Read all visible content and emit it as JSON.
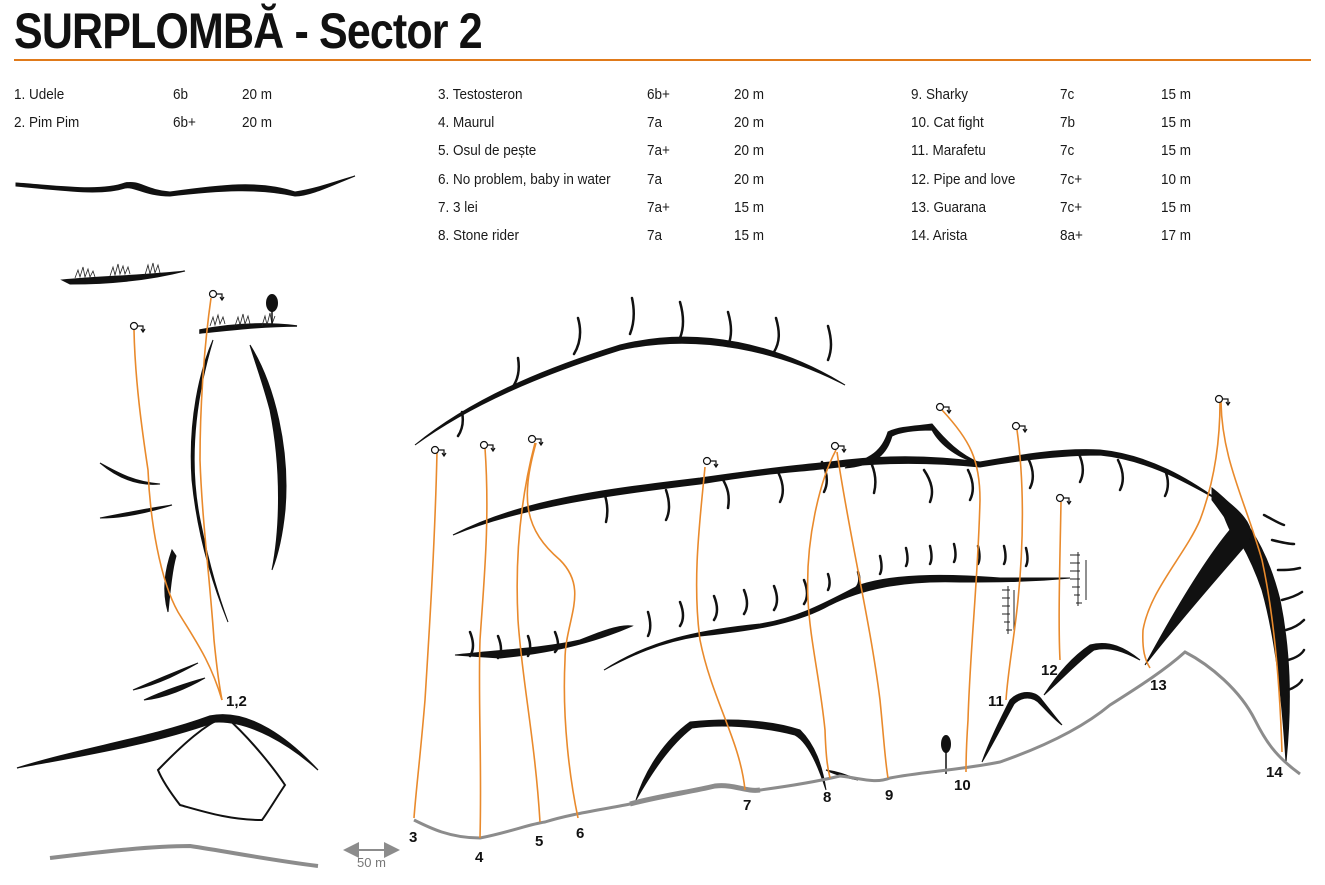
{
  "title": "SURPLOMBĂ - Sector 2",
  "colors": {
    "accent": "#e07a1a",
    "route_line": "#e98a2c",
    "rock": "#111111",
    "ground": "#8c8c8c"
  },
  "route_columns": [
    {
      "routes": [
        {
          "name": "1. Udele",
          "grade": "6b",
          "length": "20 m"
        },
        {
          "name": "2. Pim Pim",
          "grade": "6b+",
          "length": "20 m"
        }
      ]
    },
    {
      "routes": [
        {
          "name": "3. Testosteron",
          "grade": "6b+",
          "length": "20 m"
        },
        {
          "name": "4. Maurul",
          "grade": "7a",
          "length": "20 m"
        },
        {
          "name": "5. Osul de pește",
          "grade": "7a+",
          "length": "20 m"
        },
        {
          "name": "6. No problem, baby in water",
          "grade": "7a",
          "length": "20 m"
        },
        {
          "name": "7. 3 lei",
          "grade": "7a+",
          "length": "15 m"
        },
        {
          "name": "8. Stone rider",
          "grade": "7a",
          "length": "15 m"
        }
      ]
    },
    {
      "routes": [
        {
          "name": "9. Sharky",
          "grade": "7c",
          "length": "15 m"
        },
        {
          "name": "10. Cat fight",
          "grade": "7b",
          "length": "15 m"
        },
        {
          "name": "11. Marafetu",
          "grade": "7c",
          "length": "15 m"
        },
        {
          "name": "12. Pipe and love",
          "grade": "7c+",
          "length": "10 m"
        },
        {
          "name": "13. Guarana",
          "grade": "7c+",
          "length": "15 m"
        },
        {
          "name": "14. Arista",
          "grade": "8a+",
          "length": "17 m"
        }
      ]
    }
  ],
  "topo_labels": {
    "r12": "1,2",
    "r3": "3",
    "r4": "4",
    "r5": "5",
    "r6": "6",
    "r7": "7",
    "r8": "8",
    "r9": "9",
    "r10": "10",
    "r11": "11",
    "r12b": "12",
    "r13": "13",
    "r14": "14"
  },
  "scale": {
    "label": "50 m"
  }
}
